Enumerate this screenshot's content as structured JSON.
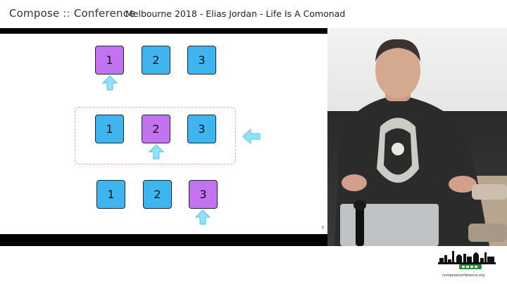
{
  "header": {
    "brand_left": "Compose",
    "brand_sep": "::",
    "brand_right": "Conference",
    "talk_title": "Melbourne 2018  - Elias Jordan - Life Is A Comonad"
  },
  "slide": {
    "row1": [
      "1",
      "2",
      "3"
    ],
    "row2": [
      "1",
      "2",
      "3"
    ],
    "row3": [
      "1",
      "2",
      "3"
    ],
    "colors": {
      "blue": "#3fb5f0",
      "purple": "#c372f0",
      "arrow": "#8fe3f9",
      "dashed": "#ee9fe3"
    },
    "nav_glyph": "‹"
  },
  "footer": {
    "website": "composeconference.org"
  }
}
